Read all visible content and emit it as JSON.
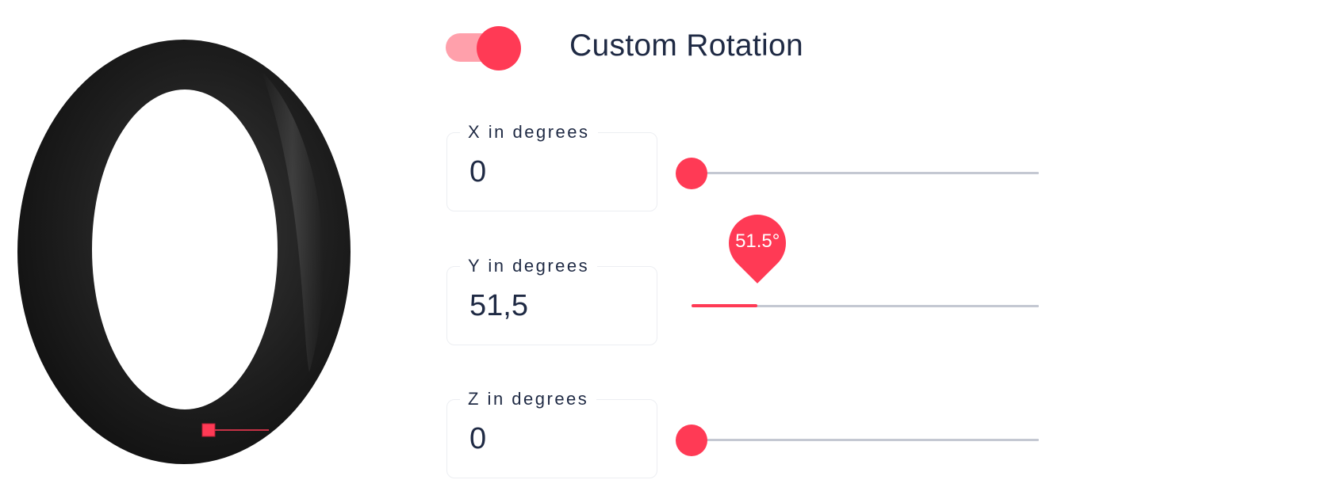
{
  "preview": {
    "object": "ring-3d-model",
    "ring_color": "#1b1b1b",
    "marker_color": "#ff3a55"
  },
  "toggle": {
    "label": "Custom Rotation",
    "on": true,
    "accent": "#ff3a55",
    "track_color": "#ffa0ab"
  },
  "fields": [
    {
      "label": "X in degrees",
      "value": "0",
      "slider_fraction": 0.0
    },
    {
      "label": "Y in degrees",
      "value": "51,5",
      "tooltip": "51.5°",
      "slider_fraction": 0.19
    },
    {
      "label": "Z in degrees",
      "value": "0",
      "slider_fraction": 0.0
    }
  ]
}
